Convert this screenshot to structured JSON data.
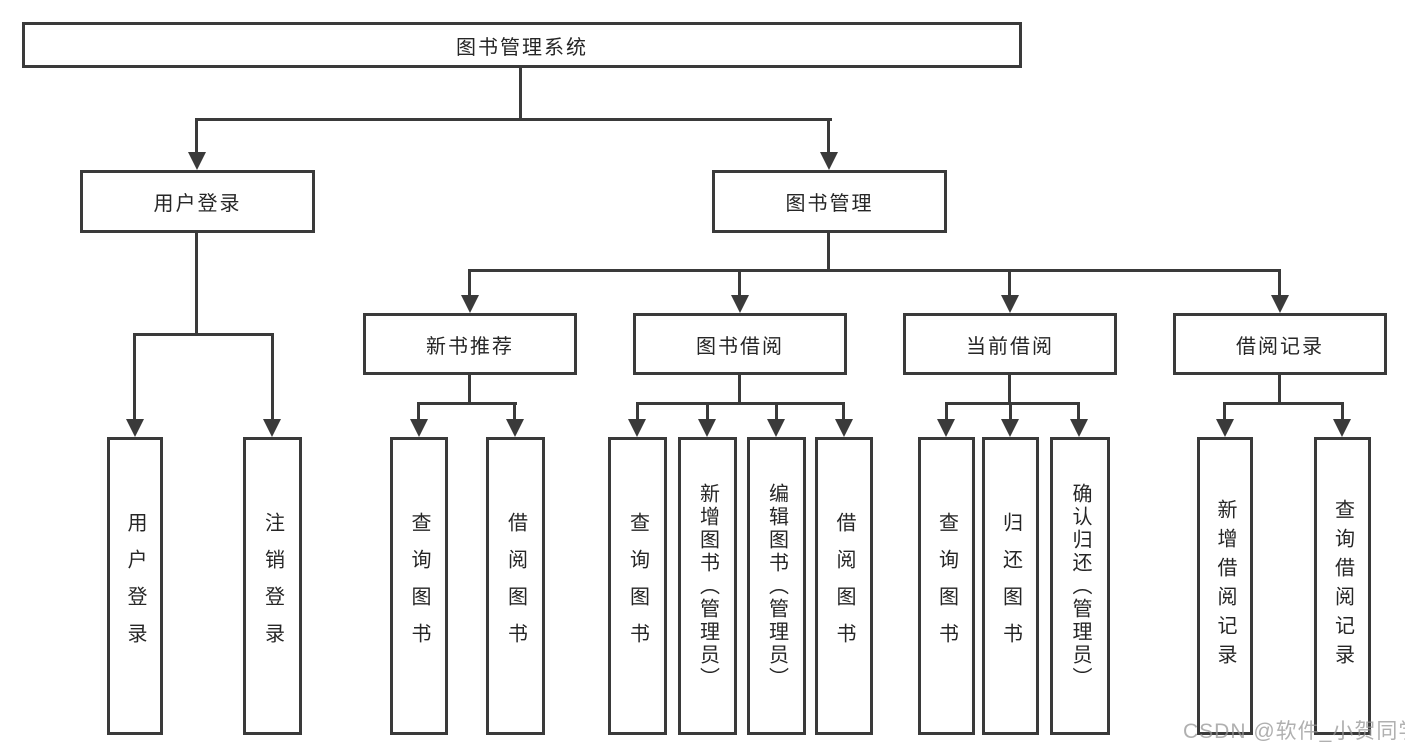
{
  "page": {
    "background": "#ffffff",
    "line_color": "#3a3a3a",
    "text_color": "#262626",
    "watermark": {
      "text": "CSDN @软件_小贺同学",
      "color": "#9a9a9a"
    }
  },
  "tree": {
    "root": {
      "label": "图书管理系统"
    },
    "branches": [
      {
        "label": "用户登录",
        "children": [
          {
            "label": "用户登录"
          },
          {
            "label": "注销登录"
          }
        ]
      },
      {
        "label": "图书管理",
        "children": [
          {
            "label": "新书推荐",
            "children": [
              {
                "label": "查询图书"
              },
              {
                "label": "借阅图书"
              }
            ]
          },
          {
            "label": "图书借阅",
            "children": [
              {
                "label": "查询图书"
              },
              {
                "label": "新增图书（管理员）"
              },
              {
                "label": "编辑图书（管理员）"
              },
              {
                "label": "借阅图书"
              }
            ]
          },
          {
            "label": "当前借阅",
            "children": [
              {
                "label": "查询图书"
              },
              {
                "label": "归还图书"
              },
              {
                "label": "确认归还（管理员）"
              }
            ]
          },
          {
            "label": "借阅记录",
            "children": [
              {
                "label": "新增借阅记录"
              },
              {
                "label": "查询借阅记录"
              }
            ]
          }
        ]
      }
    ]
  }
}
